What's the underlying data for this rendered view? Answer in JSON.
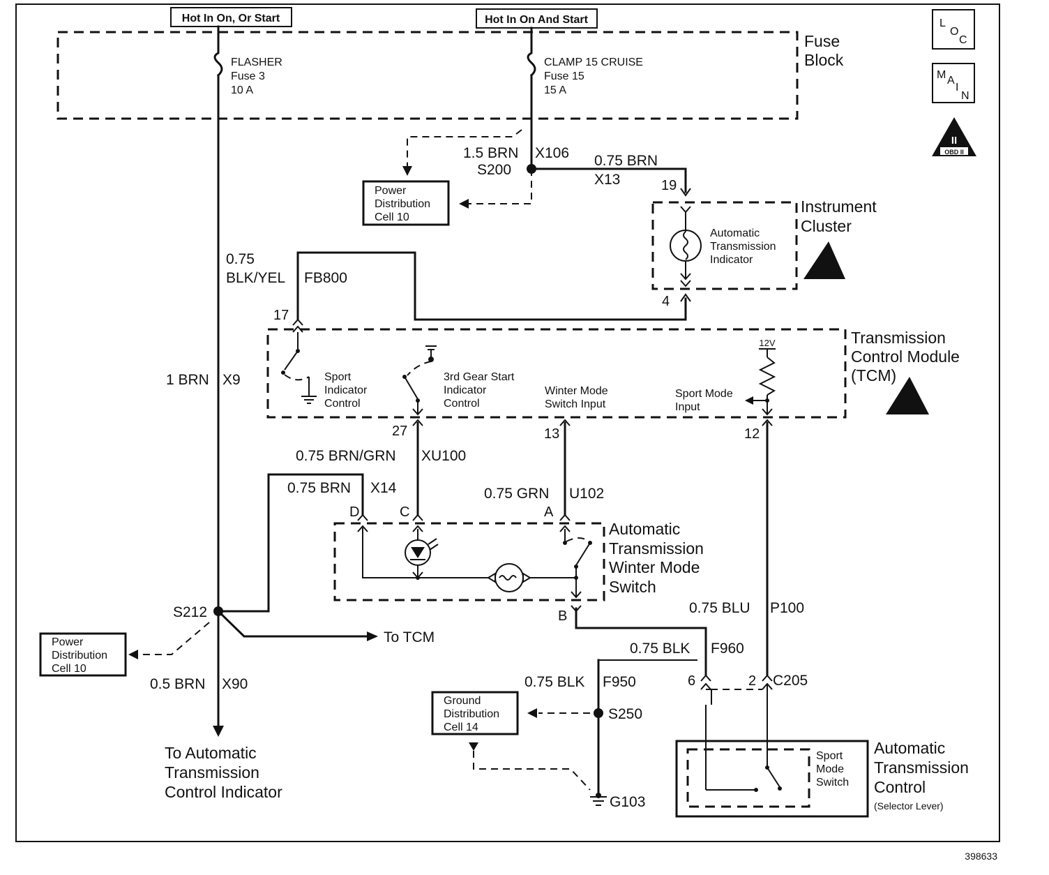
{
  "power": {
    "hot_on_or_start": "Hot In On, Or Start",
    "hot_on_and_start": "Hot In On And Start"
  },
  "fuse_block": {
    "label_1": "Fuse",
    "label_2": "Block",
    "fuse3": {
      "name": "FLASHER",
      "fuse": "Fuse 3",
      "rating": "10 A"
    },
    "fuse15": {
      "name": "CLAMP 15 CRUISE",
      "fuse": "Fuse 15",
      "rating": "15 A"
    }
  },
  "badges": {
    "loc": [
      "L",
      "O",
      "C"
    ],
    "main": [
      "M",
      "A",
      "I",
      "N"
    ],
    "obd_top": "II",
    "obd_bottom": "OBD II"
  },
  "wires": {
    "w_1_5_brn": "1.5 BRN",
    "x106": "X106",
    "s200": "S200",
    "w_0_75_brn_a": "0.75 BRN",
    "x13": "X13",
    "w_0_75": "0.75",
    "blk_yel": "BLK/YEL",
    "fb800": "FB800",
    "w_1_brn": "1 BRN",
    "x9": "X9",
    "w_0_75_brn_grn": "0.75 BRN/GRN",
    "xu100": "XU100",
    "w_0_75_brn_b": "0.75 BRN",
    "x14": "X14",
    "w_0_75_grn": "0.75 GRN",
    "u102": "U102",
    "w_0_75_blu": "0.75 BLU",
    "p100": "P100",
    "s212": "S212",
    "to_tcm": "To TCM",
    "w_0_5_brn": "0.5 BRN",
    "x90": "X90",
    "w_0_75_blk_a": "0.75 BLK",
    "f960": "F960",
    "w_0_75_blk_b": "0.75 BLK",
    "f950": "F950",
    "s250": "S250",
    "g103": "G103",
    "c205": "C205"
  },
  "pins": {
    "p19": "19",
    "p4": "4",
    "p17": "17",
    "p27": "27",
    "p13": "13",
    "p12": "12",
    "pD": "D",
    "pC": "C",
    "pA": "A",
    "pB": "B",
    "p6": "6",
    "p2": "2"
  },
  "power_dist_top": [
    "Power",
    "Distribution",
    "Cell 10"
  ],
  "power_dist_left": [
    "Power",
    "Distribution",
    "Cell 10"
  ],
  "ground_dist": [
    "Ground",
    "Distribution",
    "Cell 14"
  ],
  "instrument_cluster": {
    "label": [
      "Instrument",
      "Cluster"
    ],
    "indicator": [
      "Automatic",
      "Transmission",
      "Indicator"
    ]
  },
  "tcm": {
    "label": [
      "Transmission",
      "Control Module",
      "(TCM)"
    ],
    "sport_indicator": [
      "Sport",
      "Indicator",
      "Control"
    ],
    "third_gear": [
      "3rd Gear Start",
      "Indicator",
      "Control"
    ],
    "winter_input": [
      "Winter Mode",
      "Switch Input"
    ],
    "sport_mode_input": [
      "Sport Mode",
      "Input"
    ],
    "v12": "12V"
  },
  "winter_switch": {
    "label": [
      "Automatic",
      "Transmission",
      "Winter Mode",
      "Switch"
    ]
  },
  "at_control": {
    "label": [
      "Automatic",
      "Transmission",
      "Control",
      "(Selector Lever)"
    ],
    "sport_mode_switch": [
      "Sport",
      "Mode",
      "Switch"
    ]
  },
  "to_at_indicator": [
    "To Automatic",
    "Transmission",
    "Control Indicator"
  ],
  "figure_id": "398633",
  "colors": {
    "ink": "#111111",
    "paper": "#ffffff"
  }
}
